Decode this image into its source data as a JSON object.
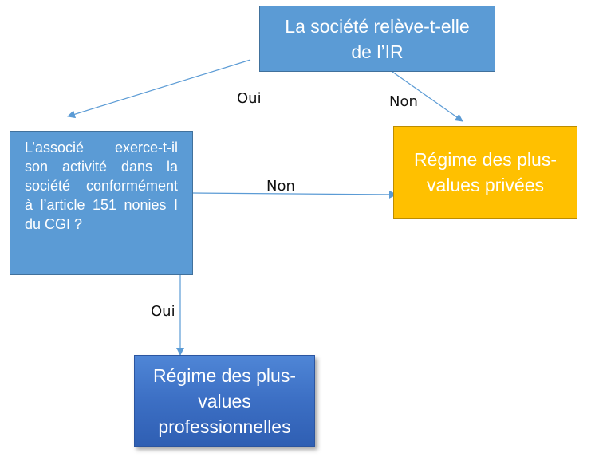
{
  "nodes": {
    "q1": "La société relève-t-elle de l’IR",
    "q2": "L’associé exerce-t-il son activité dans la société conformément à l’article 151 nonies I du CGI ?",
    "prive": "Régime des plus-values privées",
    "pro": "Régime des plus-values professionnelles"
  },
  "edges": {
    "q1_to_q2": "Oui",
    "q1_to_prive": "Non",
    "q2_to_prive": "Non",
    "q2_to_pro": "Oui"
  },
  "colors": {
    "question_fill": "#5b9bd5",
    "prive_fill": "#ffc000",
    "pro_fill": "#3c6fc4",
    "arrow": "#5b9bd5"
  }
}
